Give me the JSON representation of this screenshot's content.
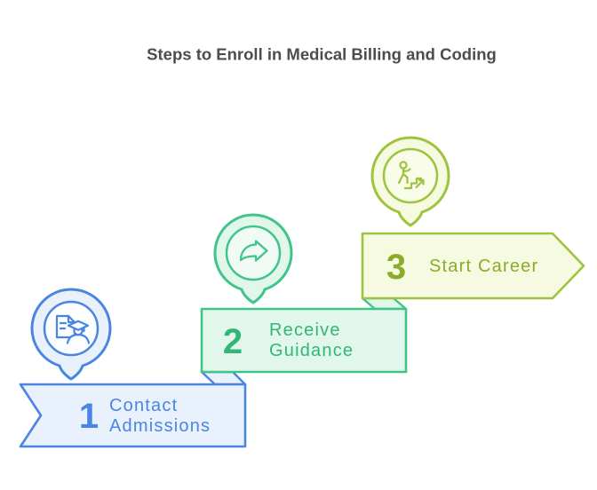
{
  "title": {
    "text": "Steps to Enroll in Medical Billing and Coding",
    "color": "#4c4c4c"
  },
  "steps": [
    {
      "number": "1",
      "label": "Contact Admissions",
      "label_lines": [
        "Contact",
        "Admissions"
      ],
      "icon": "graduate-certificate-icon",
      "border_color": "#4a85e2",
      "fill_color": "#e9f1fd",
      "text_color": "#4a85e2",
      "badge_fill": "#fcfdff"
    },
    {
      "number": "2",
      "label": "Receive Guidance",
      "label_lines": [
        "Receive",
        "Guidance"
      ],
      "icon": "forward-arrow-icon",
      "border_color": "#40c487",
      "fill_color": "#e1f7ec",
      "text_color": "#34b576",
      "badge_fill": "#f0fbf5"
    },
    {
      "number": "3",
      "label": "Start Career",
      "label_lines": [
        "Start Career"
      ],
      "icon": "career-growth-stairs-icon",
      "border_color": "#9cc43e",
      "fill_color": "#f5fae0",
      "text_color": "#8cab2b",
      "badge_fill": "#f8fce8"
    }
  ]
}
